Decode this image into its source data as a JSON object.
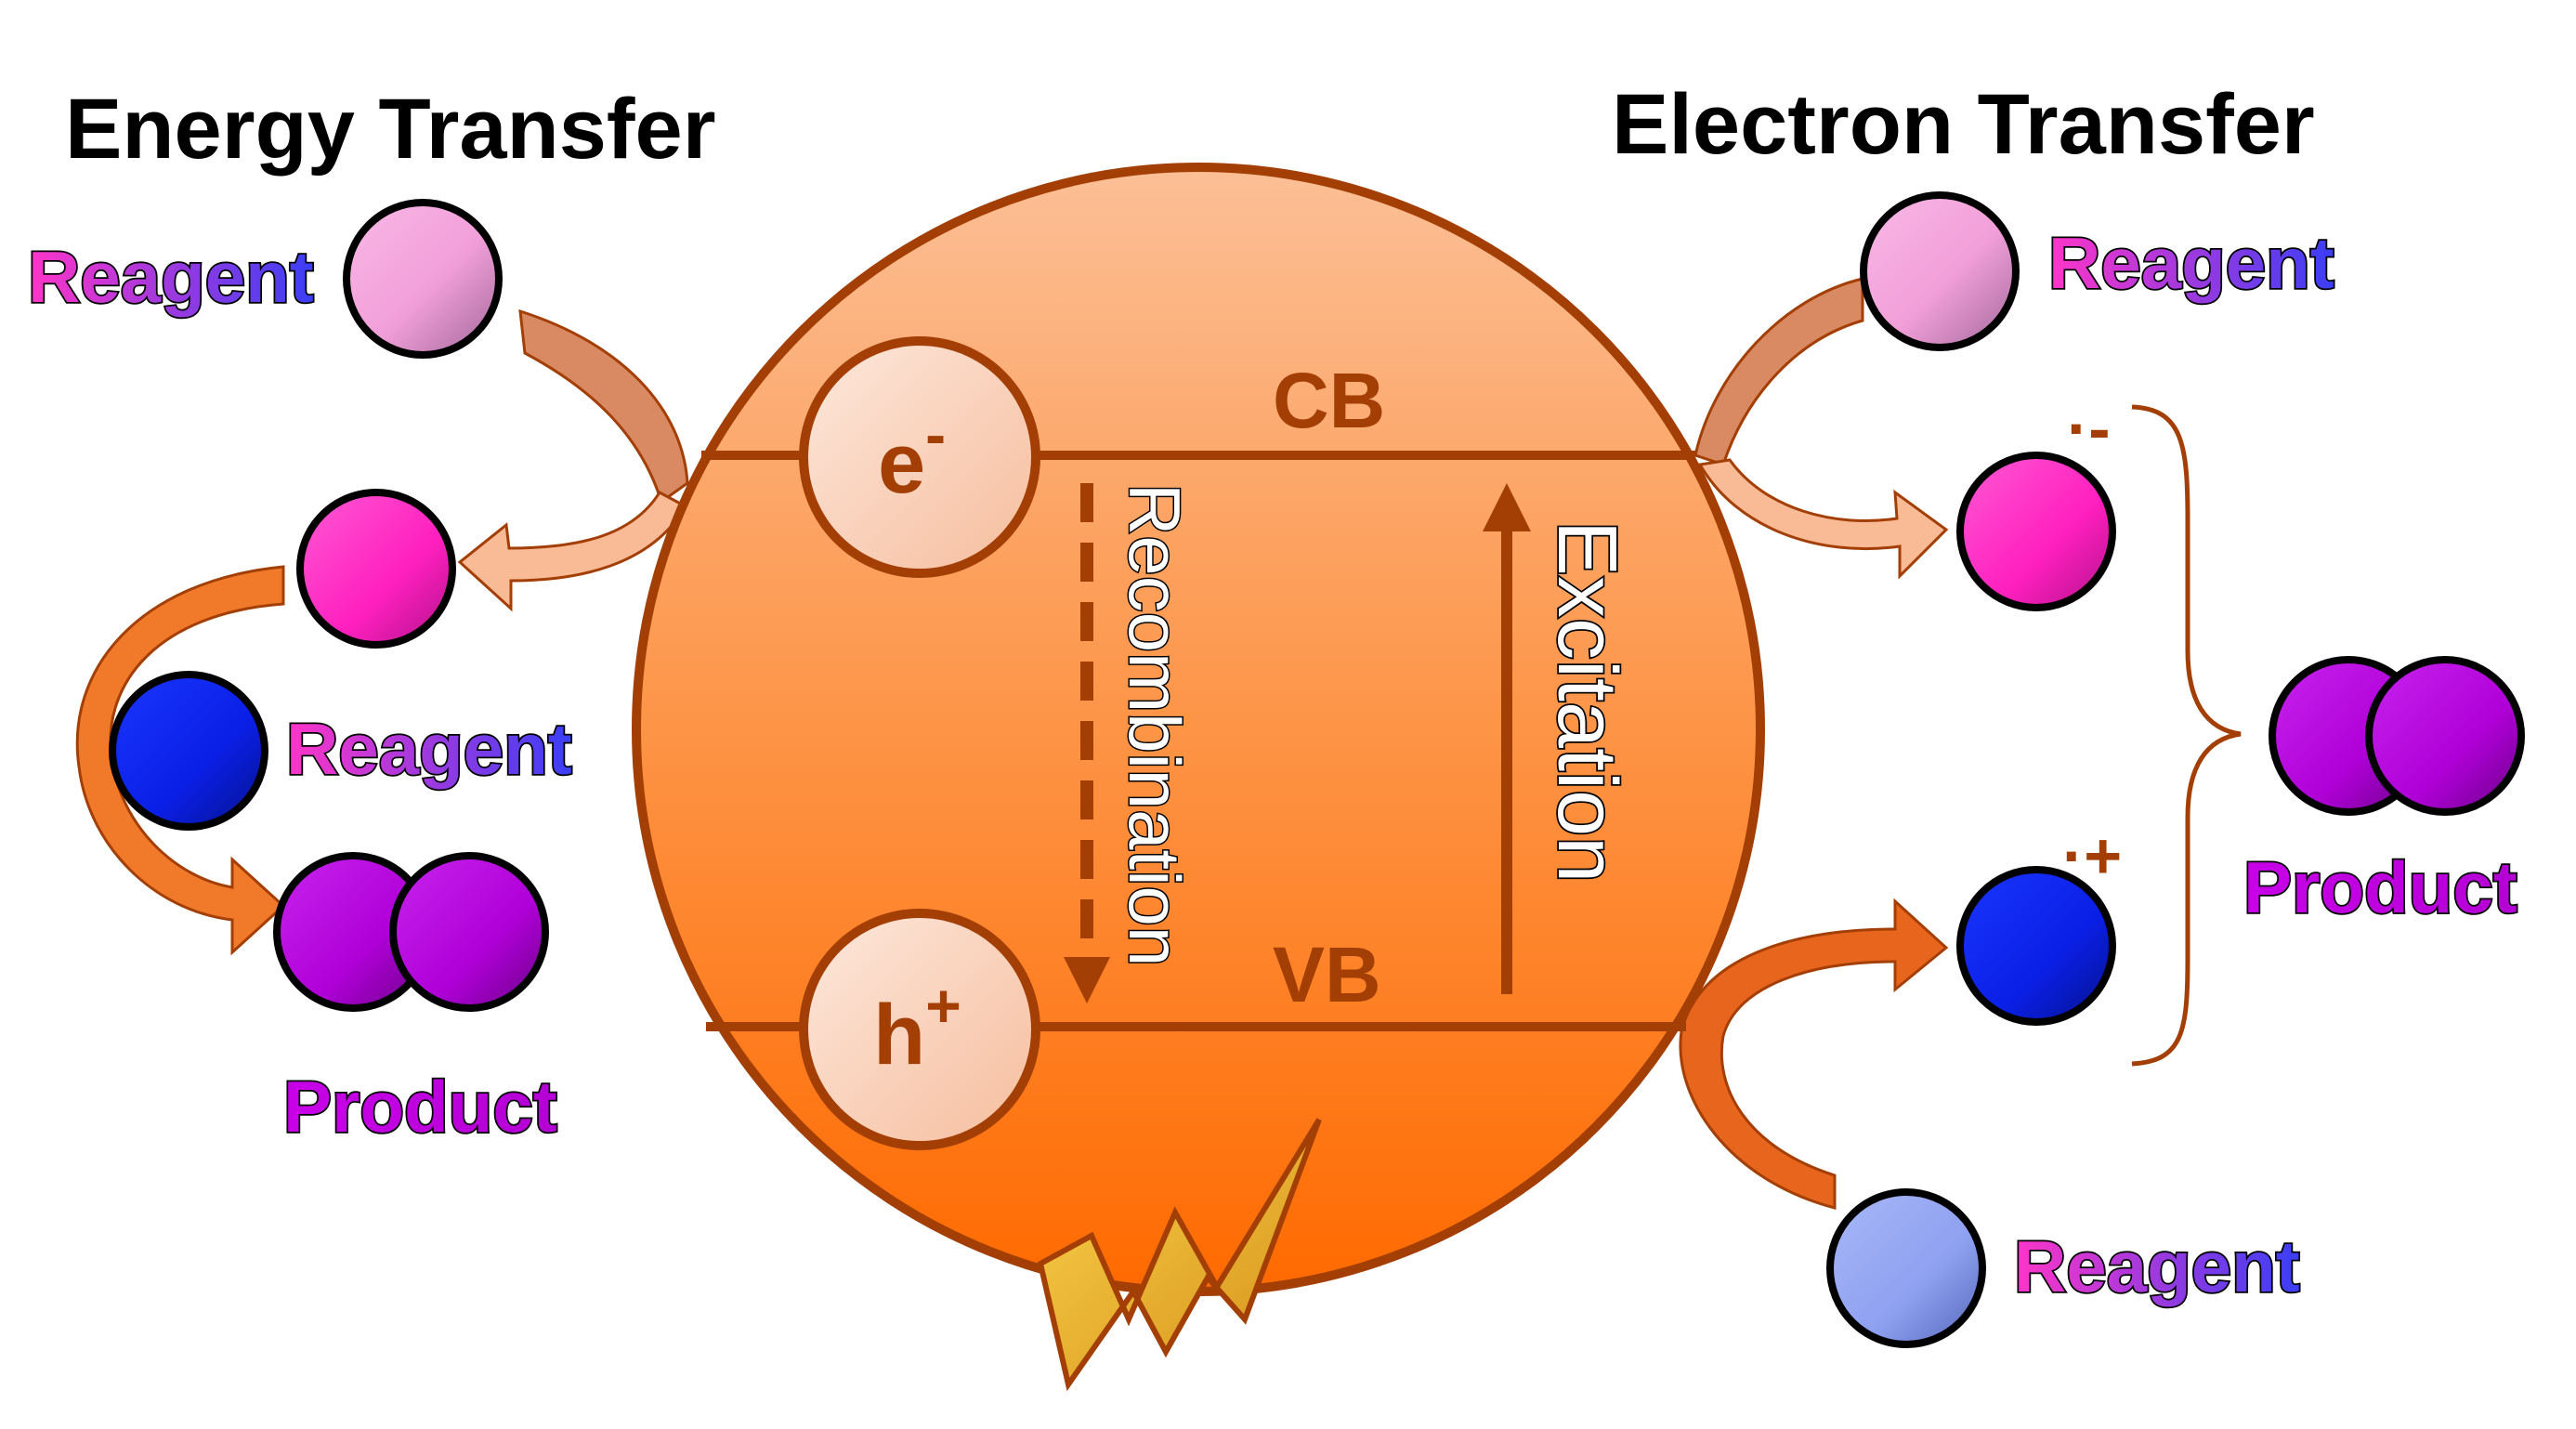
{
  "titles": {
    "energy": "Energy Transfer",
    "electron": "Electron Transfer"
  },
  "energy_side": {
    "reagent_top": "Reagent",
    "reagent_mid": "Reagent",
    "product": "Product"
  },
  "electron_side": {
    "reagent_top": "Reagent",
    "reagent_bottom": "Reagent",
    "product": "Product",
    "radical_anion": "·-",
    "radical_cation": "·+"
  },
  "photocatalyst": {
    "cb": "CB",
    "vb": "VB",
    "electron": "e",
    "electron_sup": "-",
    "hole": "h",
    "hole_sup": "+",
    "recombination": "Recombination",
    "excitation": "Excitation"
  },
  "colors": {
    "catalyst_top": "#fcbf96",
    "catalyst_bottom": "#ff6a00",
    "outline": "#a33f05",
    "light_pink": "#f29fd9",
    "magenta": "#ff1fbf",
    "blue": "#0a1fe6",
    "purple": "#b000d8",
    "light_blue": "#8ea0f0",
    "lightning": "#f4b82a"
  },
  "icons": {
    "light": "lightning-bolt-icon"
  }
}
